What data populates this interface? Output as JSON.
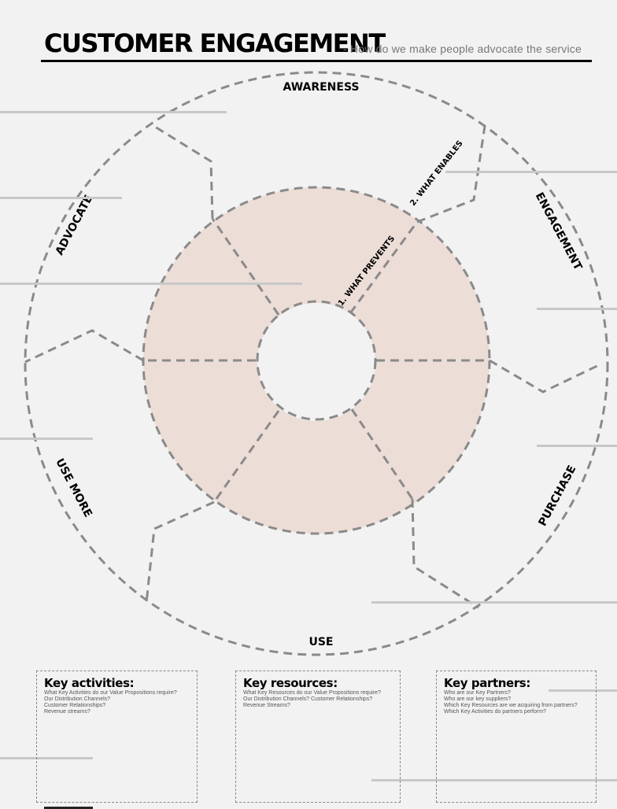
{
  "header": {
    "title": "CUSTOMER ENGAGEMENT",
    "subtitle": "- How do we make people advocate the service"
  },
  "diagram": {
    "stages": [
      "AWARENESS",
      "ENGAGEMENT",
      "PURCHASE",
      "USE",
      "USE MORE",
      "ADVOCATE"
    ],
    "ring_labels": [
      "1. WHAT PREVENTS",
      "2. WHAT ENABLES"
    ],
    "colors": {
      "inner_ring": "#ecddd7",
      "dash": "#8a8a8a"
    }
  },
  "boxes": [
    {
      "title": "Key activities:",
      "questions": [
        "What Key Activities do our Value Propositions require?",
        "Our Distribution Channels?",
        "Customer Relationships?",
        "Revenue streams?"
      ]
    },
    {
      "title": "Key resources:",
      "questions": [
        "What Key Resources do our Value Propositions require?",
        "Our Distribution Channels? Customer Relationships?",
        "Revenue Streams?"
      ]
    },
    {
      "title": "Key partners:",
      "questions": [
        "Who are our Key Partners?",
        "Who are our key suppliers?",
        "Which Key Resources are we acquiring from partners?",
        "Which Key Activities do partners perform?"
      ]
    }
  ]
}
